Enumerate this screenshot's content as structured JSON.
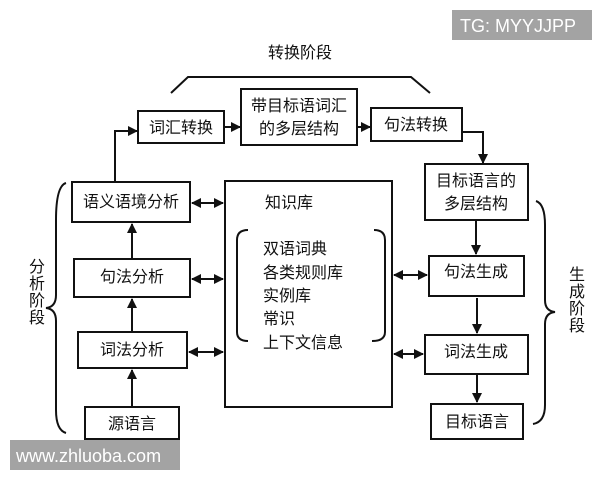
{
  "watermarks": {
    "top_right": "TG: MYYJJPP",
    "bottom_left": "www.zhluoba.com"
  },
  "stages": {
    "transfer": "转换阶段",
    "analysis": "分析阶段",
    "generation": "生成阶段"
  },
  "analysis": {
    "source": "源语言",
    "lexical": "词法分析",
    "syntactic": "句法分析",
    "semantic": "语义语境分析"
  },
  "transfer": {
    "lexical": "词汇转换",
    "structure_line1": "带目标语词汇",
    "structure_line2": "的多层结构",
    "syntactic": "句法转换"
  },
  "generation": {
    "structure_line1": "目标语言的",
    "structure_line2": "多层结构",
    "syntactic": "句法生成",
    "lexical": "词法生成",
    "target": "目标语言"
  },
  "knowledge_base": {
    "title": "知识库",
    "items": [
      "双语词典",
      "各类规则库",
      "实例库",
      "常识",
      "上下文信息"
    ]
  }
}
